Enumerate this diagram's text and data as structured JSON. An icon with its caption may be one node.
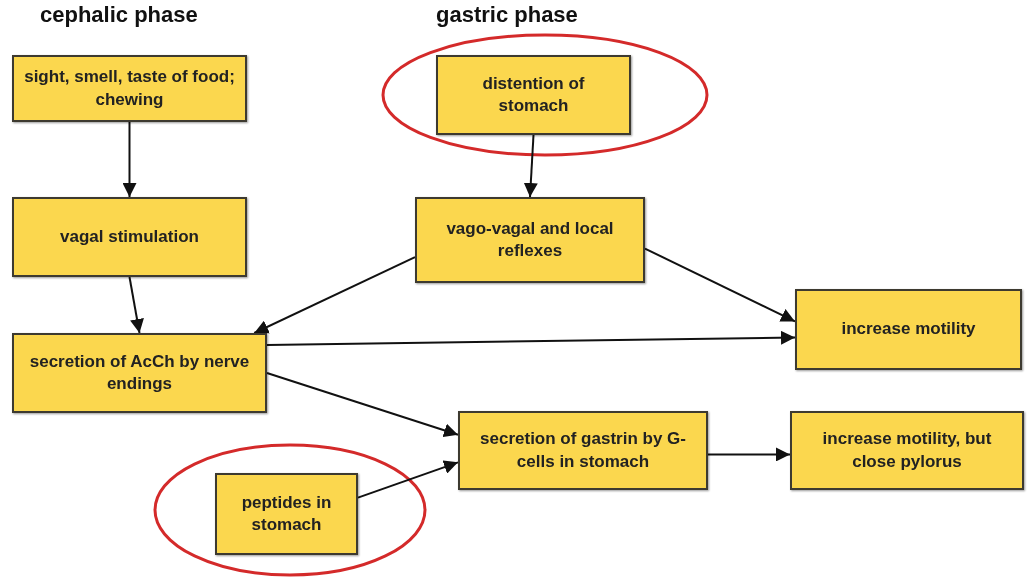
{
  "diagram": {
    "nodes": [
      {
        "text": [
          "sight, smell, taste of food; chewing"
        ]
      },
      {
        "text": [
          "vagal stimulation"
        ]
      },
      {
        "text": [
          "secretion of AcCh by nerve endings"
        ]
      },
      {
        "text": [
          "distention of stomach"
        ]
      },
      {
        "text": [
          "vago-vagal and local reflexes"
        ]
      },
      {
        "text": [
          "increase motility"
        ]
      },
      {
        "text": [
          "secretion of gastrin by G-cells in stomach"
        ]
      },
      {
        "text": [
          "increase motility, but close pylorus"
        ]
      },
      {
        "text": [
          "peptides in stomach"
        ]
      }
    ],
    "edges": [
      {
        "from": 0,
        "to": 1,
        "arrow": "to"
      },
      {
        "from": 1,
        "to": 2,
        "arrow": "to"
      },
      {
        "from": 3,
        "to": 4,
        "arrow": "to"
      },
      {
        "from": 4,
        "to": 2,
        "arrow": "to"
      },
      {
        "from": 4,
        "to": 5,
        "arrow": "to"
      },
      {
        "from": 2,
        "to": 5,
        "arrow": "to"
      },
      {
        "from": 2,
        "to": 6,
        "arrow": "to"
      },
      {
        "from": 8,
        "to": 6,
        "arrow": "to"
      },
      {
        "from": 6,
        "to": 7,
        "arrow": "to"
      }
    ],
    "labels": [
      "cephalic phase",
      "gastric phase"
    ]
  }
}
